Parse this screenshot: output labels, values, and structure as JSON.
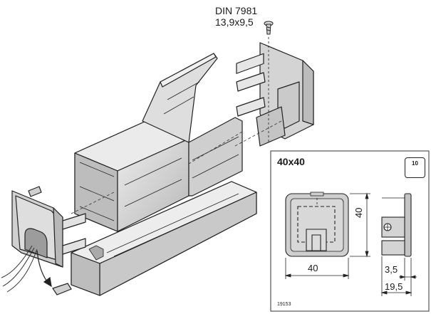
{
  "screw": {
    "label_line1": "DIN 7981",
    "label_line2": "13,9x9,5"
  },
  "detail": {
    "title": "40x40",
    "badge_number": "10",
    "dim_width": "40",
    "dim_height": "40",
    "dim_thickness": "3,5",
    "dim_depth": "19,5",
    "reference": "19153"
  },
  "colors": {
    "part_fill": "#dcdcdc",
    "part_dark": "#a9a9a9",
    "outline": "#222222",
    "panel_border": "#555555"
  }
}
